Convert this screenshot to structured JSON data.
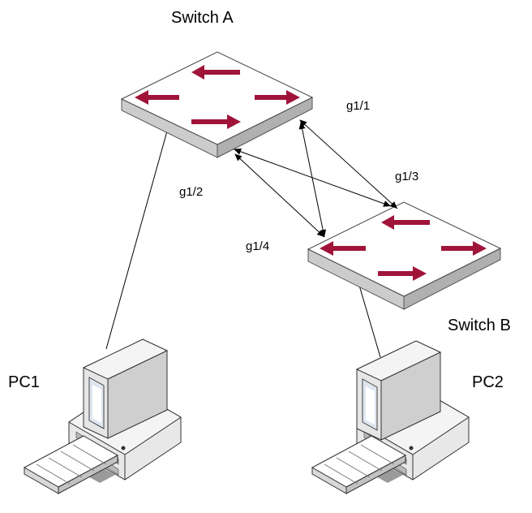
{
  "devices": {
    "switch_a": {
      "label": "Switch A"
    },
    "switch_b": {
      "label": "Switch B"
    },
    "pc1": {
      "label": "PC1"
    },
    "pc2": {
      "label": "PC2"
    }
  },
  "ports": {
    "g1_1": "g1/1",
    "g1_2": "g1/2",
    "g1_3": "g1/3",
    "g1_4": "g1/4"
  },
  "colors": {
    "switch_top": "#ffffff",
    "switch_side": "#c8c8c8",
    "switch_front": "#b4b4b4",
    "arrow": "#a0143a",
    "pc_body": "#e4e4e4",
    "pc_shadow": "#9a9a9a",
    "screen": "#dfe6f0"
  },
  "icons": {
    "switch": "network-switch-icon",
    "pc": "desktop-computer-icon",
    "link": "double-headed-arrow-link"
  }
}
